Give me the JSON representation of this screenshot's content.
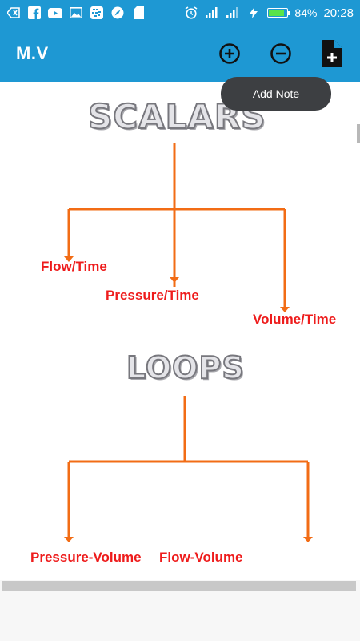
{
  "status_bar": {
    "battery": "84%",
    "battery_level": 0.84,
    "time": "20:28",
    "left_icons": [
      "back-icon",
      "facebook-icon",
      "youtube-icon",
      "gallery-icon",
      "bbm-icon",
      "compass-icon",
      "sd-card-icon"
    ],
    "right_icons": [
      "alarm-icon",
      "signal-icon",
      "signal-icon",
      "charging-icon",
      "battery-icon"
    ]
  },
  "app_bar": {
    "title": "M.V",
    "actions": [
      "zoom-in-icon",
      "zoom-out-icon",
      "add-note-icon"
    ],
    "color": "#1e98d3"
  },
  "tooltip": {
    "text": "Add Note"
  },
  "diagram": {
    "accent_color": "#f26c15",
    "label_color": "#ee1c1c",
    "scalars": {
      "title": "SCALARS",
      "items": [
        "Flow/Time",
        "Pressure/Time",
        "Volume/Time"
      ]
    },
    "loops": {
      "title": "LOOPS",
      "items": [
        "Pressure-Volume",
        "Flow-Volume"
      ]
    }
  }
}
